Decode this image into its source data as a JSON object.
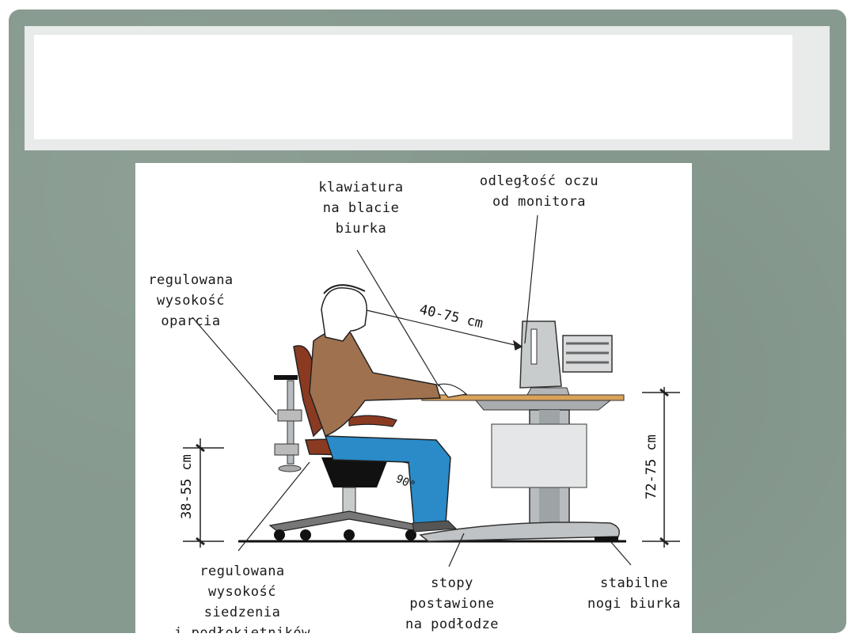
{
  "slide": {
    "title": "",
    "background_color": "#879a8f"
  },
  "figure": {
    "description": "Ergonomic computer workstation posture diagram",
    "labels": {
      "keyboard": [
        "klawiatura",
        "na blacie",
        "biurka"
      ],
      "eye_distance": [
        "odległość oczu",
        "od monitora"
      ],
      "backrest": [
        "regulowana",
        "wysokość",
        "oparcia"
      ],
      "seat_height": [
        "regulowana",
        "wysokość",
        "siedzenia",
        "i podłokietników"
      ],
      "feet": [
        "stopy",
        "postawione",
        "na podłodze"
      ],
      "desk_legs": [
        "stabilne",
        "nogi biurka"
      ]
    },
    "measurements": {
      "eye_to_monitor": "40-75 cm",
      "seat_height": "38-55 cm",
      "desk_height": "72-75 cm",
      "knee_angle": "90°"
    },
    "colors": {
      "sweater": "#a0714f",
      "jeans": "#2a8bc8",
      "chair": "#8b3a22",
      "desk_top": "#d9a25a",
      "metal": "#b8bcbf"
    }
  }
}
